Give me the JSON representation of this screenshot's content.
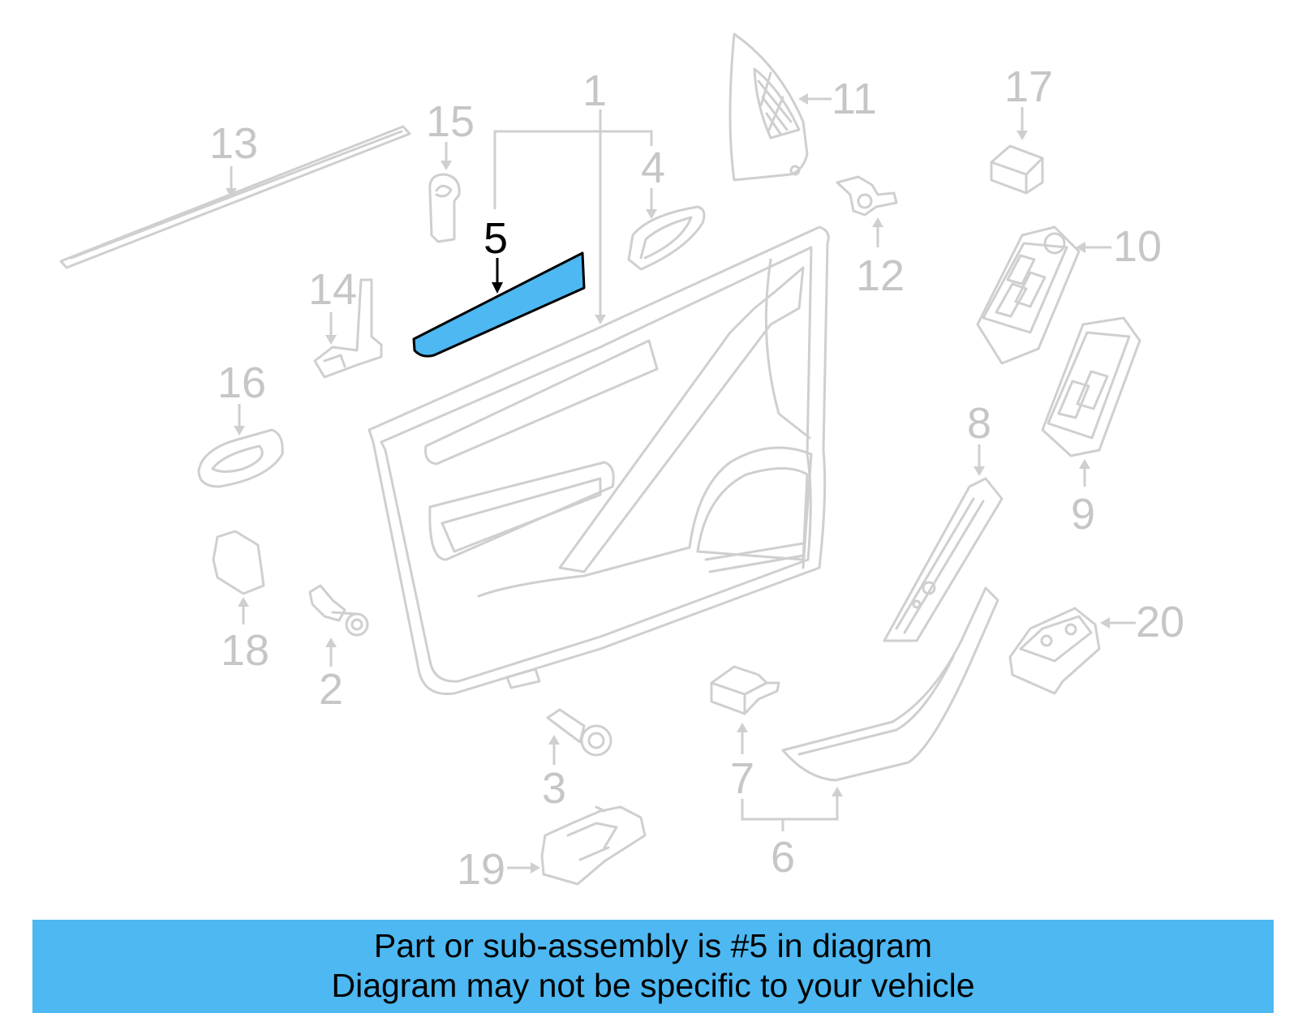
{
  "parts": {
    "p1": "1",
    "p2": "2",
    "p3": "3",
    "p4": "4",
    "p5": "5",
    "p6": "6",
    "p7": "7",
    "p8": "8",
    "p9": "9",
    "p10": "10",
    "p11": "11",
    "p12": "12",
    "p13": "13",
    "p14": "14",
    "p15": "15",
    "p16": "16",
    "p17": "17",
    "p18": "18",
    "p19": "19",
    "p20": "20"
  },
  "highlight": {
    "part": "5",
    "color": "#4db8f2",
    "label_color": "#000000"
  },
  "colors": {
    "line_gray": "#cfcfcf",
    "label_gray": "#c6c6c6",
    "banner": "#4db8f2"
  },
  "banner": {
    "line1": "Part or sub-assembly is #5 in diagram",
    "line2": "Diagram may not be specific to your vehicle"
  }
}
